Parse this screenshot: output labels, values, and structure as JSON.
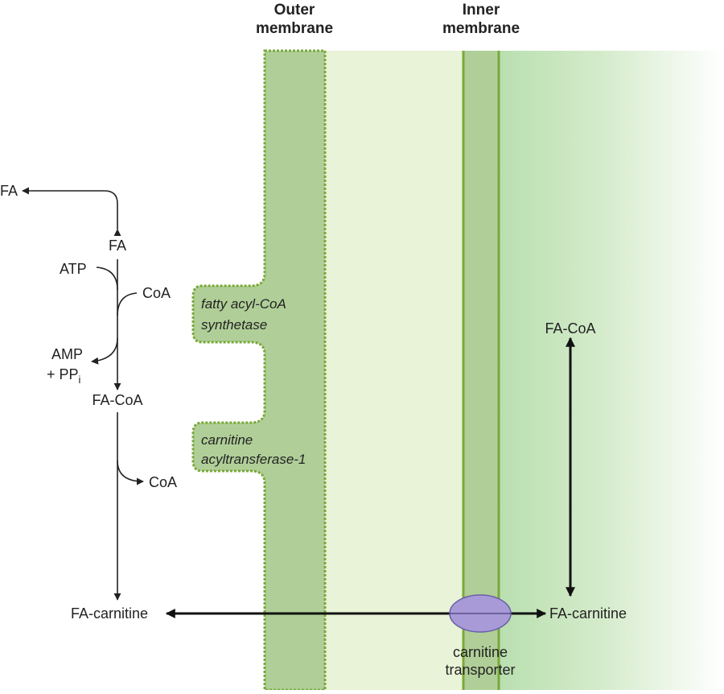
{
  "headers": {
    "outer_line1": "Outer",
    "outer_line2": "membrane",
    "inner_line1": "Inner",
    "inner_line2": "membrane"
  },
  "cytosol": {
    "fa_free": "FA",
    "fa": "FA",
    "atp": "ATP",
    "coa_in": "CoA",
    "amp": "AMP",
    "pp_prefix": "+ PP",
    "pp_subscript": "i",
    "fa_coa": "FA-CoA",
    "coa_out": "CoA",
    "fa_carnitine": "FA-carnitine"
  },
  "enzymes": {
    "synthetase_line1": "fatty acyl-CoA",
    "synthetase_line2": "synthetase",
    "cat1_line1": "carnitine",
    "cat1_line2": "acyltransferase-1"
  },
  "matrix": {
    "fa_coa": "FA-CoA",
    "fa_carnitine": "FA-carnitine"
  },
  "transporter": {
    "line1": "carnitine",
    "line2": "transporter"
  },
  "colors": {
    "membrane": "#b0cf98",
    "intermembrane_space": "#e9f3d7",
    "membrane_edge": "#7aa83a",
    "matrix_gradient_start": "#b9dfb0",
    "transporter_fill": "#a89ad6",
    "transporter_stroke": "#6a5fa8",
    "arrow": "#222222"
  }
}
